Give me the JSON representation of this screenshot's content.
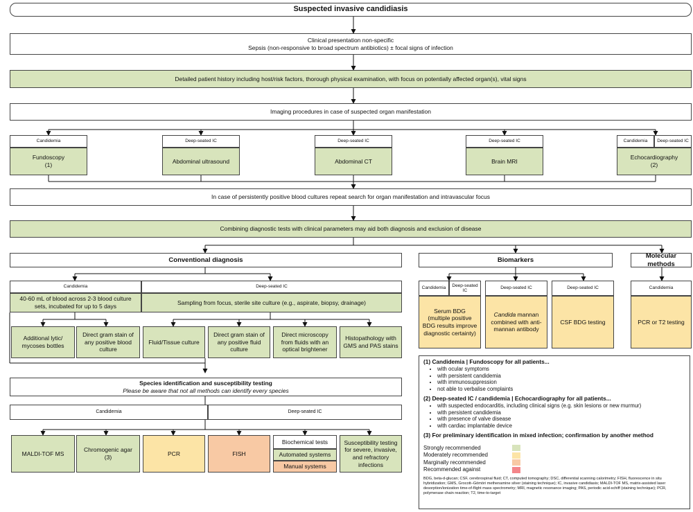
{
  "title": "Suspected invasive candidiasis",
  "clinical_presentation": {
    "line1": "Clinical presentation non-specific",
    "line2": "Sepsis (non-responsive to broad spectrum antibiotics) ± focal signs of infection"
  },
  "history": "Detailed patient history including host/risk factors, thorough physical examination, with focus on potentially affected organ(s), vital signs",
  "imaging": "Imaging procedures in case of suspected organ manifestation",
  "imaging_tests": [
    {
      "tag": "Candidemia",
      "label": "Fundoscopy",
      "sub": "(1)"
    },
    {
      "tag": "Deep-seated IC",
      "label": "Abdominal ultrasound",
      "sub": ""
    },
    {
      "tag": "Deep-seated IC",
      "label": "Abdominal CT",
      "sub": ""
    },
    {
      "tag": "Deep-seated IC",
      "label": "Brain MRI",
      "sub": ""
    },
    {
      "tag_a": "Candidemia",
      "tag_b": "Deep-seated IC",
      "label": "Echocardiography",
      "sub": "(2)"
    }
  ],
  "repeat_search": "In case of persistently positive blood cultures repeat search for organ manifestation and intravascular focus",
  "combining": "Combining diagnostic tests with clinical parameters may aid both diagnosis and exclusion of disease",
  "sections": {
    "conventional": "Conventional diagnosis",
    "biomarkers": "Biomarkers",
    "molecular": "Molecular methods"
  },
  "conventional": {
    "candidemia_tag": "Candidemia",
    "blood": "40-60 mL of blood across 2-3 blood culture sets, incubated for up to 5 days",
    "deep_tag": "Deep-seated IC",
    "sampling": "Sampling from focus, sterile site culture (e.g., aspirate, biopsy, drainage)",
    "leaves": [
      "Additional lytic/ mycoses bottles",
      "Direct gram stain of any positive blood culture",
      "Fluid/Tissue culture",
      "Direct gram stain of any positive fluid culture",
      "Direct microscopy from fluids with an optical brightener",
      "Histopathology with GMS and PAS stains"
    ]
  },
  "biomarkers": [
    {
      "tag_a": "Candidemia",
      "tag_b": "Deep-seated IC",
      "text": "Serum BDG (multiple positive BDG results improve diagnostic certainty)"
    },
    {
      "tag": "Deep-seated IC",
      "text_it": "Candida",
      "text": " mannan combined with anti-mannan antibody"
    },
    {
      "tag": "Deep-seated IC",
      "text": "CSF BDG testing"
    }
  ],
  "molecular": {
    "tag": "Candidemia",
    "text": "PCR or T2 testing"
  },
  "species": {
    "title": "Species identification and susceptibility testing",
    "note": "Please be aware that not all methods can identify every species",
    "left": "Candidemia",
    "right": "Deep-seated IC"
  },
  "methods": {
    "maldi": "MALDI-TOF MS",
    "chromo": "Chromogenic agar",
    "chromo_sub": "(3)",
    "pcr": "PCR",
    "fish": "FISH",
    "biochem": "Biochemical tests",
    "automated": "Automated systems",
    "manual": "Manual systems",
    "suscept": "Susceptibility testing for severe, invasive, and refractory infections"
  },
  "notes": {
    "n1_title": "(1) Candidemia | Fundoscopy for all patients...",
    "n1_items": [
      "with ocular symptoms",
      "with persistent candidemia",
      "with immunosuppression",
      "not able to verbalise complaints"
    ],
    "n2_title": "(2) Deep-seated IC / candidemia | Echocardiography for all patients...",
    "n2_items": [
      "with suspected endocarditis, including clinical signs (e.g. skin lesions or new murmur)",
      "with persistent candidemia",
      "with presence of valve disease",
      "with cardiac implantable device"
    ],
    "n3_title": "(3) For preliminary identification in mixed infection; confirmation by another method"
  },
  "legend": [
    {
      "label": "Strongly recommended",
      "color": "#d8e4bc"
    },
    {
      "label": "Moderately recommended",
      "color": "#fce4a6"
    },
    {
      "label": "Marginally recommended",
      "color": "#f8c9a4"
    },
    {
      "label": "Recommended against",
      "color": "#f4868a"
    }
  ],
  "abbreviations": "BDG, beta-d-glucan; CSF, cerebrospinal fluid; CT, computed tomography; DSC, differential scanning calorimetry; FISH, fluorescence in situ hybridization; GMS, Grocott–Gömöri methenamine silver (staining technique); IC, invasive candidiasis; MALDI-TOF MS, matrix-assisted laser desorption/ionization time-of-flight mass spectrometry; MRI, magnetic resonance imaging; PAS, periodic acid-schiff (staining technique); PCR, polymerase chain reaction; T2, time-to-target"
}
